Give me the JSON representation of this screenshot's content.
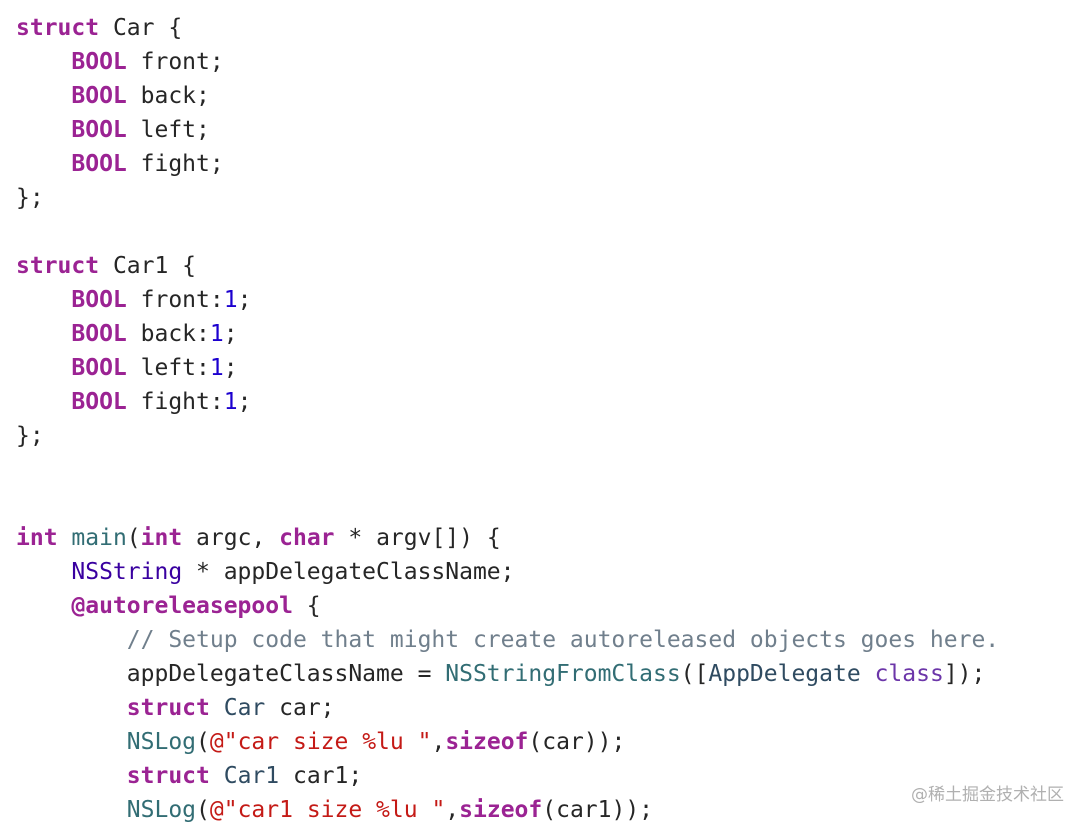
{
  "editor": {
    "lines": [
      [
        {
          "t": "struct",
          "c": "kw"
        },
        {
          "t": " Car {",
          "c": "plain"
        }
      ],
      [
        {
          "t": "    ",
          "c": "plain"
        },
        {
          "t": "BOOL",
          "c": "kw"
        },
        {
          "t": " front;",
          "c": "plain"
        }
      ],
      [
        {
          "t": "    ",
          "c": "plain"
        },
        {
          "t": "BOOL",
          "c": "kw"
        },
        {
          "t": " back;",
          "c": "plain"
        }
      ],
      [
        {
          "t": "    ",
          "c": "plain"
        },
        {
          "t": "BOOL",
          "c": "kw"
        },
        {
          "t": " left;",
          "c": "plain"
        }
      ],
      [
        {
          "t": "    ",
          "c": "plain"
        },
        {
          "t": "BOOL",
          "c": "kw"
        },
        {
          "t": " fight;",
          "c": "plain"
        }
      ],
      [
        {
          "t": "};",
          "c": "plain"
        }
      ],
      [],
      [
        {
          "t": "struct",
          "c": "kw"
        },
        {
          "t": " Car1 {",
          "c": "plain"
        }
      ],
      [
        {
          "t": "    ",
          "c": "plain"
        },
        {
          "t": "BOOL",
          "c": "kw"
        },
        {
          "t": " front:",
          "c": "plain"
        },
        {
          "t": "1",
          "c": "num"
        },
        {
          "t": ";",
          "c": "plain"
        }
      ],
      [
        {
          "t": "    ",
          "c": "plain"
        },
        {
          "t": "BOOL",
          "c": "kw"
        },
        {
          "t": " back:",
          "c": "plain"
        },
        {
          "t": "1",
          "c": "num"
        },
        {
          "t": ";",
          "c": "plain"
        }
      ],
      [
        {
          "t": "    ",
          "c": "plain"
        },
        {
          "t": "BOOL",
          "c": "kw"
        },
        {
          "t": " left:",
          "c": "plain"
        },
        {
          "t": "1",
          "c": "num"
        },
        {
          "t": ";",
          "c": "plain"
        }
      ],
      [
        {
          "t": "    ",
          "c": "plain"
        },
        {
          "t": "BOOL",
          "c": "kw"
        },
        {
          "t": " fight:",
          "c": "plain"
        },
        {
          "t": "1",
          "c": "num"
        },
        {
          "t": ";",
          "c": "plain"
        }
      ],
      [
        {
          "t": "};",
          "c": "plain"
        }
      ],
      [],
      [],
      [
        {
          "t": "int",
          "c": "kw"
        },
        {
          "t": " ",
          "c": "plain"
        },
        {
          "t": "main",
          "c": "func"
        },
        {
          "t": "(",
          "c": "plain"
        },
        {
          "t": "int",
          "c": "kw"
        },
        {
          "t": " argc, ",
          "c": "plain"
        },
        {
          "t": "char",
          "c": "kw"
        },
        {
          "t": " * argv[]) {",
          "c": "plain"
        }
      ],
      [
        {
          "t": "    ",
          "c": "plain"
        },
        {
          "t": "NSString",
          "c": "typedef"
        },
        {
          "t": " * appDelegateClassName;",
          "c": "plain"
        }
      ],
      [
        {
          "t": "    ",
          "c": "plain"
        },
        {
          "t": "@autoreleasepool",
          "c": "kw"
        },
        {
          "t": " {",
          "c": "plain"
        }
      ],
      [
        {
          "t": "        ",
          "c": "plain"
        },
        {
          "t": "// Setup code that might create autoreleased objects goes here.",
          "c": "cmt"
        }
      ],
      [
        {
          "t": "        appDelegateClassName = ",
          "c": "plain"
        },
        {
          "t": "NSStringFromClass",
          "c": "func"
        },
        {
          "t": "([",
          "c": "plain"
        },
        {
          "t": "AppDelegate",
          "c": "cls"
        },
        {
          "t": " ",
          "c": "plain"
        },
        {
          "t": "class",
          "c": "type"
        },
        {
          "t": "]);",
          "c": "plain"
        }
      ],
      [
        {
          "t": "        ",
          "c": "plain"
        },
        {
          "t": "struct",
          "c": "kw"
        },
        {
          "t": " ",
          "c": "plain"
        },
        {
          "t": "Car",
          "c": "cls"
        },
        {
          "t": " car;",
          "c": "plain"
        }
      ],
      [
        {
          "t": "        ",
          "c": "plain"
        },
        {
          "t": "NSLog",
          "c": "func"
        },
        {
          "t": "(",
          "c": "plain"
        },
        {
          "t": "@\"car size %lu \"",
          "c": "str"
        },
        {
          "t": ",",
          "c": "plain"
        },
        {
          "t": "sizeof",
          "c": "kw"
        },
        {
          "t": "(car));",
          "c": "plain"
        }
      ],
      [
        {
          "t": "        ",
          "c": "plain"
        },
        {
          "t": "struct",
          "c": "kw"
        },
        {
          "t": " ",
          "c": "plain"
        },
        {
          "t": "Car1",
          "c": "cls"
        },
        {
          "t": " car1;",
          "c": "plain"
        }
      ],
      [
        {
          "t": "        ",
          "c": "plain"
        },
        {
          "t": "NSLog",
          "c": "func"
        },
        {
          "t": "(",
          "c": "plain"
        },
        {
          "t": "@\"car1 size %lu \"",
          "c": "str"
        },
        {
          "t": ",",
          "c": "plain"
        },
        {
          "t": "sizeof",
          "c": "kw"
        },
        {
          "t": "(car1));",
          "c": "plain"
        }
      ]
    ]
  },
  "watermark": "@稀土掘金技术社区",
  "colors": {
    "keyword": "#9b2393",
    "number": "#1c00cf",
    "function": "#326d74",
    "class": "#2f4b61",
    "string": "#c41a16",
    "comment": "#707f8c",
    "text": "#262626"
  }
}
